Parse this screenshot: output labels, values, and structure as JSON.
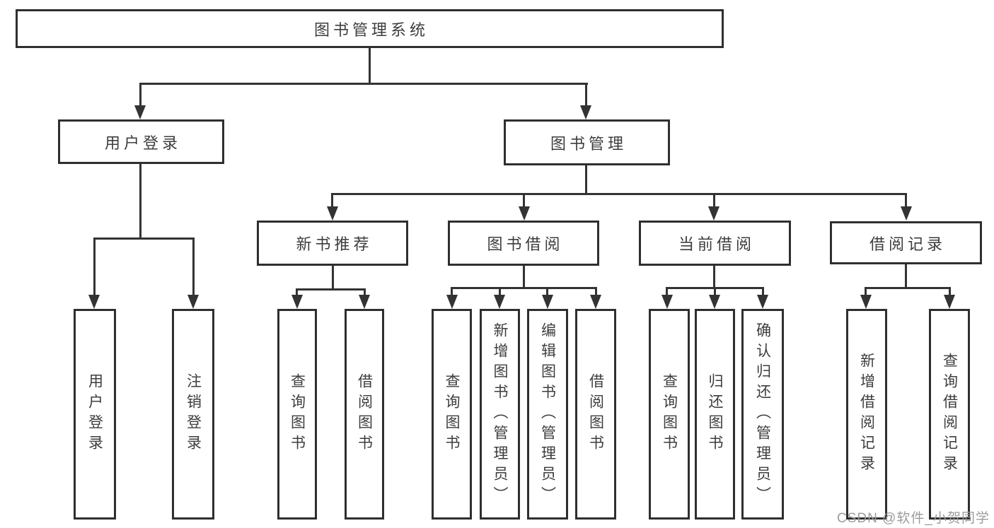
{
  "root": {
    "label": "图书管理系统"
  },
  "level1": [
    {
      "label": "用户登录"
    },
    {
      "label": "图书管理"
    }
  ],
  "level2": [
    {
      "label": "新书推荐"
    },
    {
      "label": "图书借阅"
    },
    {
      "label": "当前借阅"
    },
    {
      "label": "借阅记录"
    }
  ],
  "leaves": [
    {
      "label": "用户登录"
    },
    {
      "label": "注销登录"
    },
    {
      "label": "查询图书"
    },
    {
      "label": "借阅图书"
    },
    {
      "label": "查询图书"
    },
    {
      "label": "新增图书（管理员）"
    },
    {
      "label": "编辑图书（管理员）"
    },
    {
      "label": "借阅图书"
    },
    {
      "label": "查询图书"
    },
    {
      "label": "归还图书"
    },
    {
      "label": "确认归还（管理员）"
    },
    {
      "label": "新增借阅记录"
    },
    {
      "label": "查询借阅记录"
    }
  ],
  "watermark": {
    "text": "CSDN @软件_小贺同学"
  },
  "colors": {
    "line": "#333333",
    "node_border": "#2f2f2f",
    "text": "#3d3d3d",
    "watermark": "#9c9c9c",
    "background": "#ffffff"
  }
}
